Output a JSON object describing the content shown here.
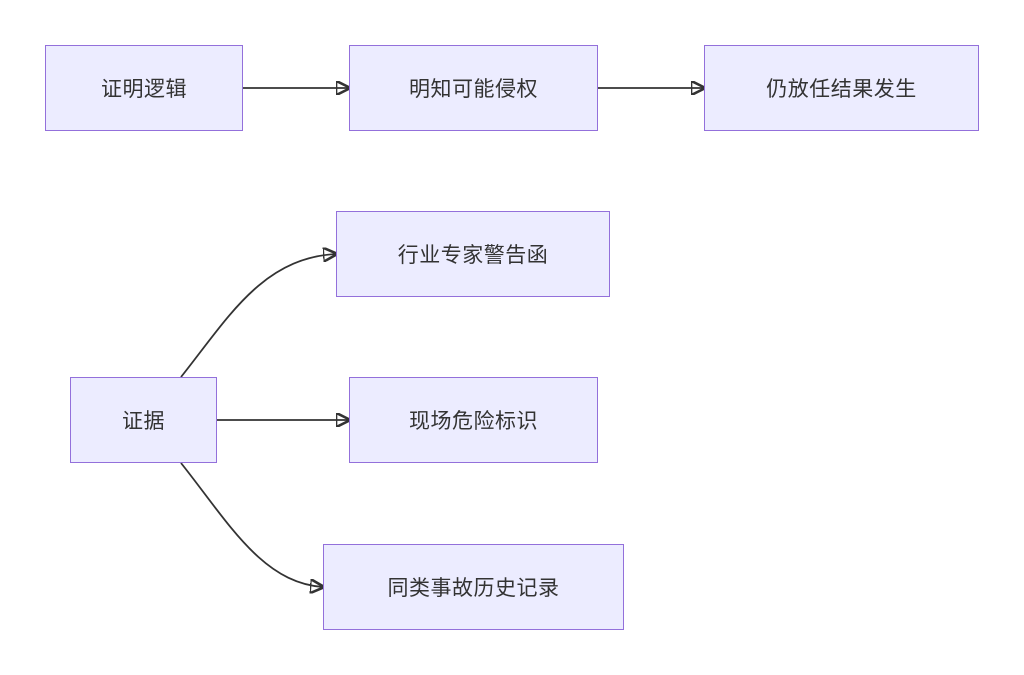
{
  "diagram": {
    "chain": {
      "logic": "证明逻辑",
      "aware": "明知可能侵权",
      "allow": "仍放任结果发生"
    },
    "evidence": {
      "root": "证据",
      "warning": "行业专家警告函",
      "signage": "现场危险标识",
      "history": "同类事故历史记录"
    }
  }
}
